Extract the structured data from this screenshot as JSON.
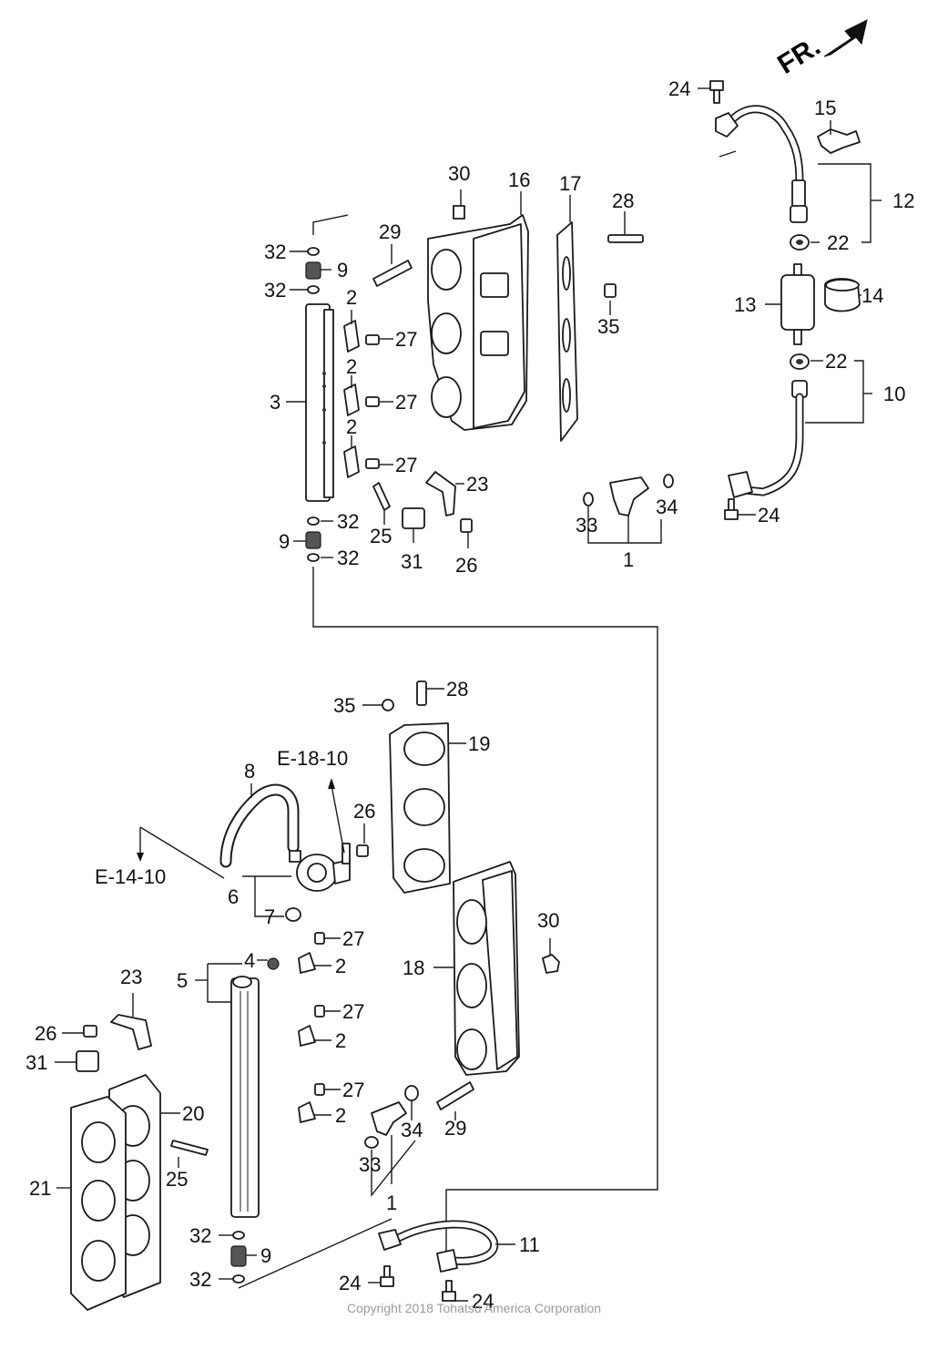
{
  "direction_label": "FR.",
  "references": [
    "E-18-10",
    "E-14-10"
  ],
  "copyright": "Copyright 2018 Tohatsu America Corporation",
  "callouts": [
    "24",
    "15",
    "12",
    "22",
    "13",
    "14",
    "22",
    "10",
    "24",
    "30",
    "16",
    "17",
    "28",
    "35",
    "29",
    "32",
    "9",
    "32",
    "2",
    "27",
    "3",
    "2",
    "27",
    "2",
    "27",
    "23",
    "25",
    "31",
    "26",
    "32",
    "9",
    "32",
    "33",
    "34",
    "1",
    "35",
    "28",
    "19",
    "E-18-10",
    "8",
    "26",
    "E-14-10",
    "6",
    "7",
    "4",
    "5",
    "2",
    "27",
    "30",
    "18",
    "27",
    "2",
    "23",
    "26",
    "31",
    "20",
    "25",
    "21",
    "27",
    "2",
    "34",
    "29",
    "33",
    "1",
    "32",
    "9",
    "32",
    "11",
    "24",
    "24"
  ]
}
